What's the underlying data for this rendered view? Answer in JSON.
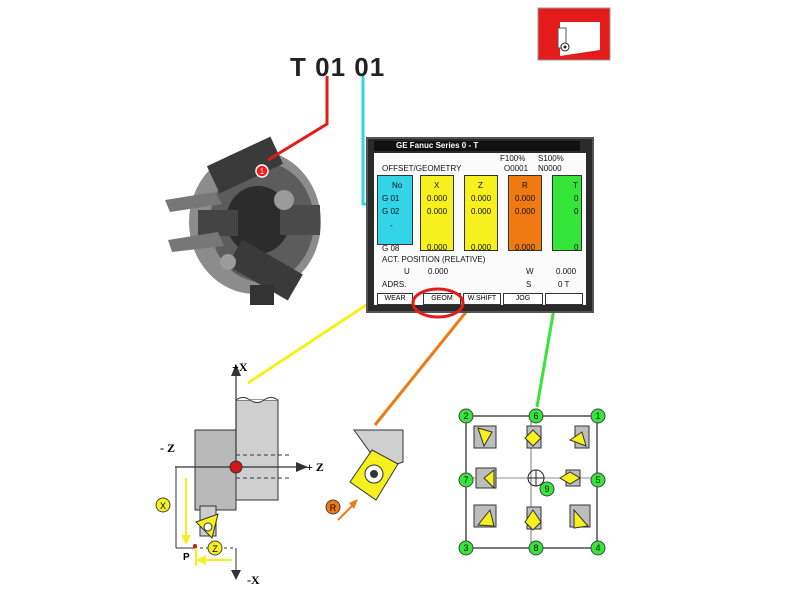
{
  "tool_code": {
    "prefix": "T 01 ",
    "offset": "01"
  },
  "cnc": {
    "title": "GE Fanuc Series 0 - T",
    "feed": "F100%",
    "spindle": "S100%",
    "header": "OFFSET/GEOMETRY",
    "program": "O0001",
    "sequence": "N0000",
    "columns": {
      "no": {
        "label": "No",
        "rows": [
          "G 01",
          "G 02",
          "-",
          "G 08"
        ]
      },
      "x": {
        "label": "X",
        "rows": [
          "0.000",
          "0.000",
          "0.000"
        ]
      },
      "z": {
        "label": "Z",
        "rows": [
          "0.000",
          "0.000",
          "0.000"
        ]
      },
      "r": {
        "label": "R",
        "rows": [
          "0.000",
          "0.000",
          "0.000"
        ]
      },
      "t": {
        "label": "T",
        "rows": [
          "0",
          "0",
          "0"
        ]
      }
    },
    "act_position": "ACT. POSITION (RELATIVE)",
    "u_label": "U",
    "u_value": "0.000",
    "w_label": "W",
    "w_value": "0.000",
    "adrs": "ADRS.",
    "s_label": "S",
    "s_tail": "0 T",
    "softkeys": [
      "WEAR",
      "GEOM",
      "W.SHIFT",
      "JOG",
      ""
    ]
  },
  "axes": {
    "plus_x": "+X",
    "minus_x": "-X",
    "plus_z": "+ Z",
    "minus_z": "- Z",
    "point": "P"
  },
  "badges": {
    "x": "X",
    "z": "Z",
    "r": "R"
  },
  "tip_numbers": [
    "1",
    "2",
    "3",
    "4",
    "5",
    "6",
    "7",
    "8",
    "9"
  ],
  "colors": {
    "cyan": "#33d3e8",
    "yellow": "#f5f01e",
    "orange": "#f07a12",
    "green": "#36e53a",
    "red": "#e31b1b"
  }
}
